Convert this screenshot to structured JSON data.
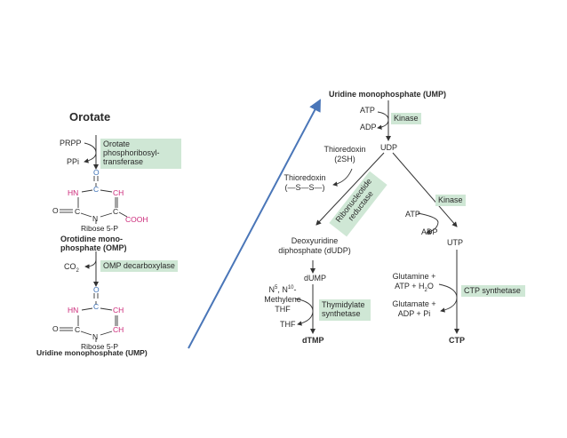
{
  "colors": {
    "enzyme_box": "#cfe7d5",
    "arrow_blue": "#4a76b8",
    "nh_pink": "#cc2a7a",
    "carbonyl_blue": "#3a6fb5"
  },
  "left": {
    "title": "Orotate",
    "prpp": "PRPP",
    "ppi": "PPi",
    "enzyme1": [
      "Orotate",
      "phosphoribosyl-",
      "transferase"
    ],
    "omp_ring": {
      "o_top": "O",
      "c_top": "C",
      "hn": "HN",
      "ch": "CH",
      "o_left": "O",
      "c_left": "C",
      "c_right": "C",
      "n": "N",
      "cooh": "COOH",
      "ribose": "Ribose 5-P"
    },
    "omp_label": [
      "Orotidine mono-",
      "phosphate (OMP)"
    ],
    "co2": "CO",
    "co2_sub": "2",
    "enzyme2": "OMP decarboxylase",
    "ump_ring": {
      "o_top": "O",
      "c_top": "C",
      "hn": "HN",
      "ch_top": "CH",
      "o_left": "O",
      "c_left": "C",
      "ch_bottom": "CH",
      "n": "N",
      "ribose": "Ribose 5-P"
    },
    "ump_label": "Uridine monophosphate (UMP)"
  },
  "right": {
    "ump": "Uridine monophosphate (UMP)",
    "atp1": "ATP",
    "adp1": "ADP",
    "kinase1": "Kinase",
    "udp": "UDP",
    "thioredoxin_2sh": [
      "Thioredoxin",
      "(2SH)"
    ],
    "thioredoxin_ss": [
      "Thioredoxin",
      "(—S—S—)"
    ],
    "ribonucleotide_reductase": [
      "Ribonucleotide",
      "reductase"
    ],
    "kinase2": "Kinase",
    "atp2": "ATP",
    "adp2": "ADP",
    "dudp": [
      "Deoxyuridine",
      "diphosphate (dUDP)"
    ],
    "utp": "UTP",
    "dump": "dUMP",
    "methylene_thf": [
      "N",
      "5",
      ", N",
      "10",
      "-",
      "Methylene",
      "THF"
    ],
    "thymidylate_synthetase": [
      "Thymidylate",
      "synthetase"
    ],
    "thf": "THF",
    "dtmp": "dTMP",
    "glutamine": [
      "Glutamine +",
      "ATP + H",
      "2",
      "O"
    ],
    "ctp_synthetase": "CTP synthetase",
    "glutamate": [
      "Glutamate +",
      "ADP + Pi"
    ],
    "ctp": "CTP"
  }
}
